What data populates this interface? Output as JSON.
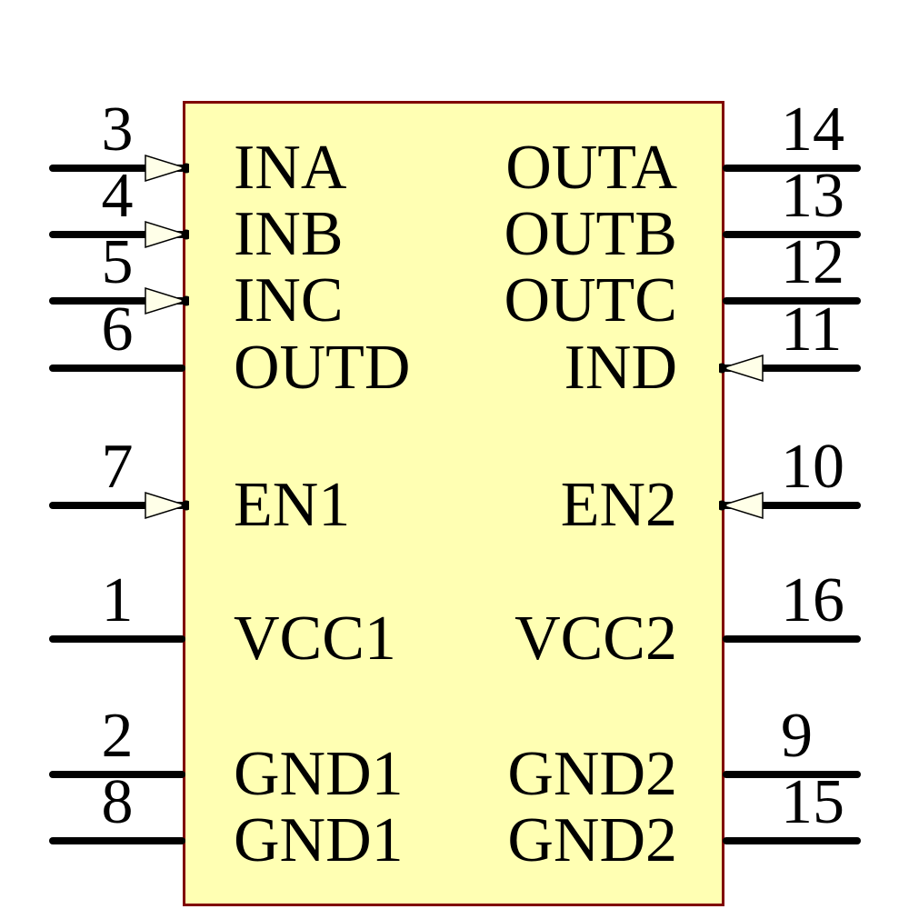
{
  "component": {
    "kind": "ic-schematic-symbol",
    "pin_count": 16
  },
  "colors": {
    "background": "#FFFFFF",
    "body_fill": "#FFFFB3",
    "body_border": "#800000",
    "wire": "#000000",
    "arrow_fill": "#FFFFE8",
    "text": "#000000"
  },
  "pins": {
    "left": [
      {
        "number": "3",
        "label": "INA",
        "arrow": true
      },
      {
        "number": "4",
        "label": "INB",
        "arrow": true
      },
      {
        "number": "5",
        "label": "INC",
        "arrow": true
      },
      {
        "number": "6",
        "label": "OUTD",
        "arrow": false
      },
      {
        "number": "7",
        "label": "EN1",
        "arrow": true
      },
      {
        "number": "1",
        "label": "VCC1",
        "arrow": false
      },
      {
        "number": "2",
        "label": "GND1",
        "arrow": false
      },
      {
        "number": "8",
        "label": "GND1",
        "arrow": false
      }
    ],
    "right": [
      {
        "number": "14",
        "label": "OUTA",
        "arrow": false
      },
      {
        "number": "13",
        "label": "OUTB",
        "arrow": false
      },
      {
        "number": "12",
        "label": "OUTC",
        "arrow": false
      },
      {
        "number": "11",
        "label": "IND",
        "arrow": true
      },
      {
        "number": "10",
        "label": "EN2",
        "arrow": true
      },
      {
        "number": "16",
        "label": "VCC2",
        "arrow": false
      },
      {
        "number": "9",
        "label": "GND2",
        "arrow": false
      },
      {
        "number": "15",
        "label": "GND2",
        "arrow": false
      }
    ]
  }
}
